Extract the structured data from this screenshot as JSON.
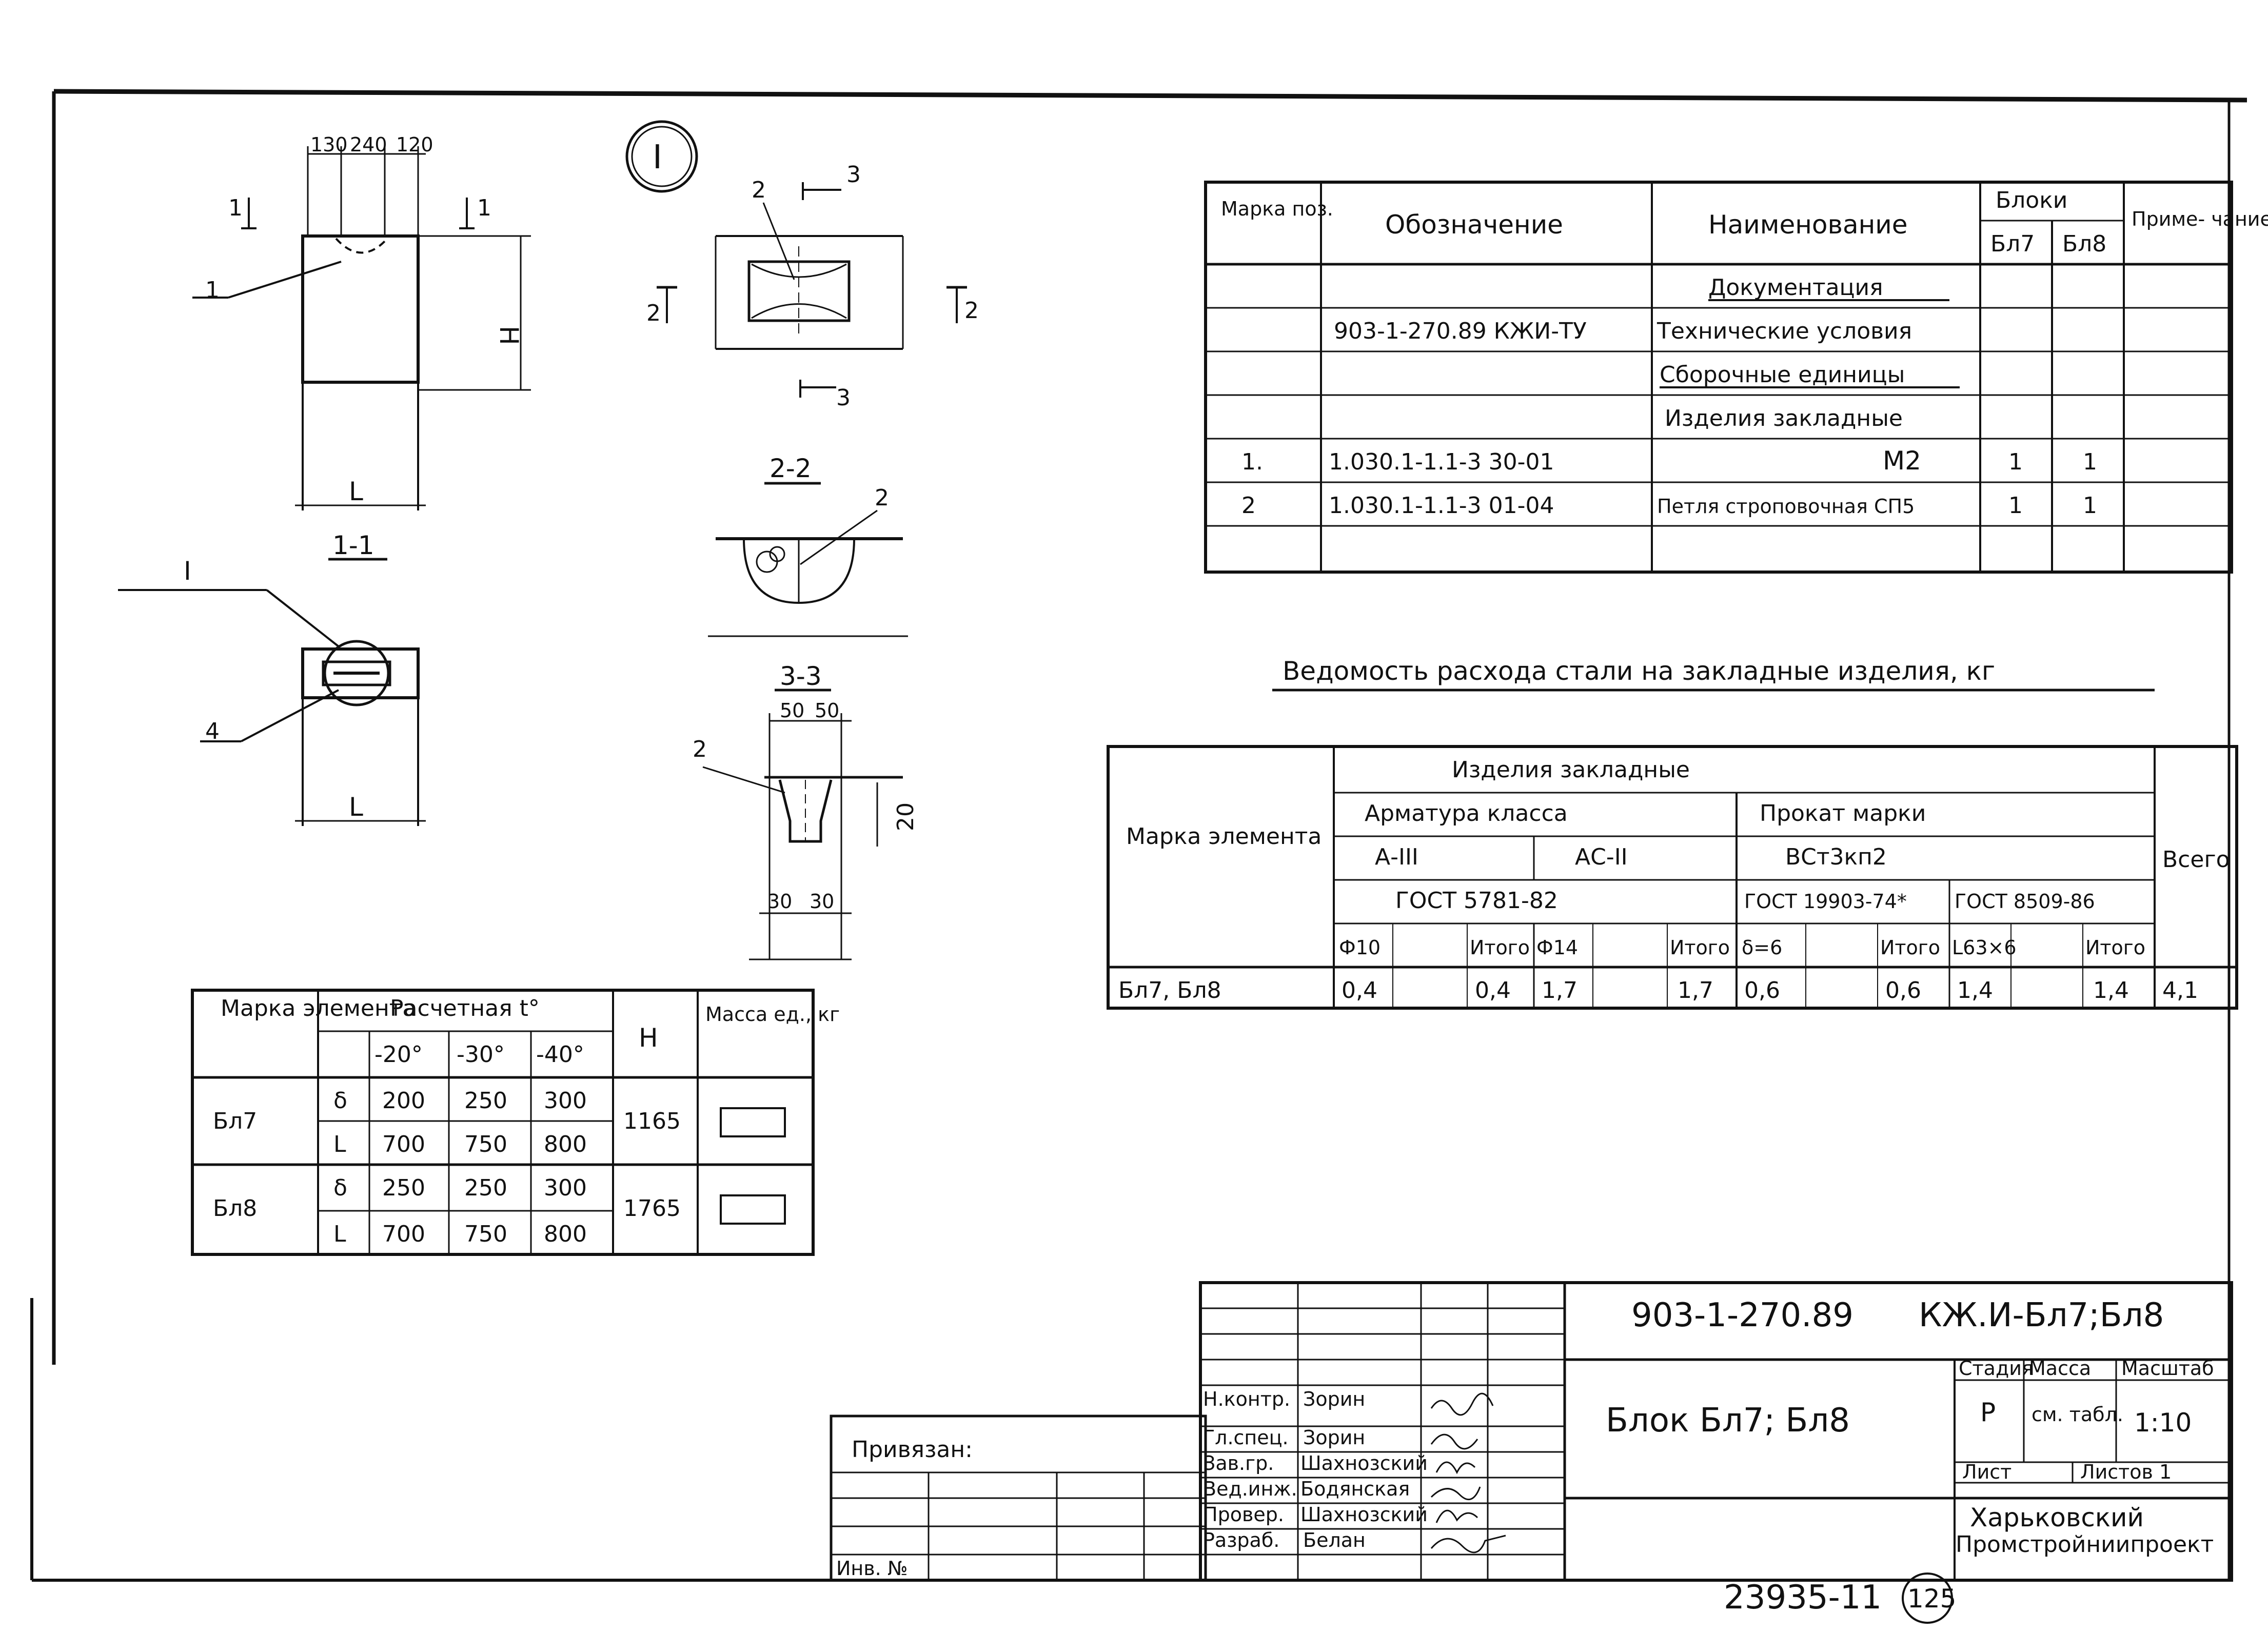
{
  "left_drawing": {
    "top_dims": [
      "130",
      "240",
      "120"
    ],
    "section_marks": [
      "1",
      "1"
    ],
    "height_label": "H",
    "length_label": "L",
    "callout_1": "1",
    "section_title": "1-1",
    "callout_I": "I",
    "callout_4": "4",
    "length_label_2": "L"
  },
  "detail": {
    "circle_label": "I",
    "plan": {
      "callout": "2",
      "cut_3": "3",
      "cut_2": "2"
    },
    "section_2_2": {
      "title": "2-2",
      "callout": "2"
    },
    "section_3_3": {
      "title": "3-3",
      "dims_top": [
        "50",
        "50"
      ],
      "dims_bottom": [
        "30",
        "30"
      ],
      "dim_side": "20",
      "callout": "2"
    }
  },
  "spec_table": {
    "headers": {
      "mark": "Марка поз.",
      "designation": "Обозначение",
      "name": "Наименование",
      "blocks": "Блоки",
      "bl7": "Бл7",
      "bl8": "Бл8",
      "note": "Приме- чание"
    },
    "rows": [
      {
        "mark": "",
        "designation": "",
        "name": "Документация",
        "bl7": "",
        "bl8": ""
      },
      {
        "mark": "",
        "designation": "903-1-270.89 КЖИ-ТУ",
        "name": "Технические условия",
        "bl7": "",
        "bl8": ""
      },
      {
        "mark": "",
        "designation": "",
        "name": "Сборочные единицы",
        "bl7": "",
        "bl8": ""
      },
      {
        "mark": "",
        "designation": "",
        "name": "Изделия закладные",
        "bl7": "",
        "bl8": ""
      },
      {
        "mark": "1.",
        "designation": "1.030.1-1.1-3 30-01",
        "name": "М2",
        "bl7": "1",
        "bl8": "1"
      },
      {
        "mark": "2",
        "designation": "1.030.1-1.1-3 01-04",
        "name": "Петля строповочная СП5",
        "bl7": "1",
        "bl8": "1"
      }
    ]
  },
  "steel_table": {
    "title": "Ведомость расхода стали на закладные изделия, кг",
    "mark_header": "Марка элемента",
    "group": "Изделия закладные",
    "rebar": "Арматура класса",
    "rolled": "Прокат марки",
    "a3": "А-III",
    "ac2": "АС-II",
    "vst": "ВСт3кп2",
    "gost_rebar": "ГОСТ 5781-82",
    "gost_19903": "ГОСТ 19903-74*",
    "gost_8509": "ГОСТ 8509-86",
    "total_header": "Всего",
    "sub": [
      "Ф10",
      "",
      "Итого",
      "Ф14",
      "",
      "Итого",
      "δ=6",
      "",
      "Итого",
      "L63×6",
      "",
      "Итого"
    ],
    "row": {
      "mark": "Бл7, Бл8",
      "values": [
        "0,4",
        "",
        "0,4",
        "1,7",
        "",
        "1,7",
        "0,6",
        "",
        "0,6",
        "1,4",
        "",
        "1,4"
      ],
      "total": "4,1"
    }
  },
  "calc_table": {
    "h_mark": "Марка элемента",
    "h_temp": "Расчетная t°",
    "temps": [
      "-20°",
      "-30°",
      "-40°"
    ],
    "h_H": "H",
    "h_mass": "Масса ед., кг",
    "groups": [
      {
        "mark": "Бл7",
        "H": "1165",
        "rows": [
          {
            "sym": "δ",
            "v": [
              "200",
              "250",
              "300"
            ]
          },
          {
            "sym": "L",
            "v": [
              "700",
              "750",
              "800"
            ]
          }
        ]
      },
      {
        "mark": "Бл8",
        "H": "1765",
        "rows": [
          {
            "sym": "δ",
            "v": [
              "250",
              "250",
              "300"
            ]
          },
          {
            "sym": "L",
            "v": [
              "700",
              "750",
              "800"
            ]
          }
        ]
      }
    ]
  },
  "title_block": {
    "project": "903-1-270.89",
    "code": "КЖ.И-Бл7;Бл8",
    "sheet_name": "Блок Бл7; Бл8",
    "stage_h": "Стадия",
    "mass_h": "Масса",
    "scale_h": "Масштаб",
    "stage": "Р",
    "mass": "см. табл.",
    "scale": "1:10",
    "sheet_h": "Лист",
    "sheets_h": "Листов 1",
    "org_1": "Харьковский",
    "org_2": "Промстройниипроект",
    "bound": "Привязан:",
    "inv": "Инв. №",
    "roles": [
      {
        "role": "Н.контр.",
        "name": "Зорин"
      },
      {
        "role": "Гл.спец.",
        "name": "Зорин"
      },
      {
        "role": "Зав.гр.",
        "name": "Шахнозский"
      },
      {
        "role": "Вед.инж.",
        "name": "Бодянская"
      },
      {
        "role": "Провер.",
        "name": "Шахнозский"
      },
      {
        "role": "Разраб.",
        "name": "Белан"
      }
    ]
  },
  "footer": {
    "number": "23935-11",
    "page": "125"
  }
}
